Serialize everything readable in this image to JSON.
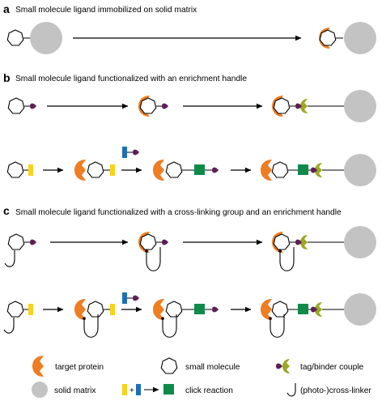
{
  "sections": [
    {
      "letter": "a",
      "title": "Small molecule ligand immobilized on solid matrix"
    },
    {
      "letter": "b",
      "title": "Small molecule ligand functionalized with an enrichment handle"
    },
    {
      "letter": "c",
      "title": "Small molecule ligand functionalized with a cross-linking group and an enrichment handle"
    }
  ],
  "legend": {
    "target_protein": "target protein",
    "small_molecule": "small molecule",
    "tag_binder": "tag/binder couple",
    "solid_matrix": "solid matrix",
    "plus": "+",
    "click_reaction": "click reaction",
    "cross_linker": "(photo-)cross-linker"
  },
  "colors": {
    "protein": "#ef7d22",
    "matrix": "#c3c3c3",
    "tag": "#5e1f56",
    "binder": "#9aa823",
    "click_yellow": "#f7d417",
    "click_blue": "#1d70b7",
    "click_green": "#0f8a4a"
  }
}
